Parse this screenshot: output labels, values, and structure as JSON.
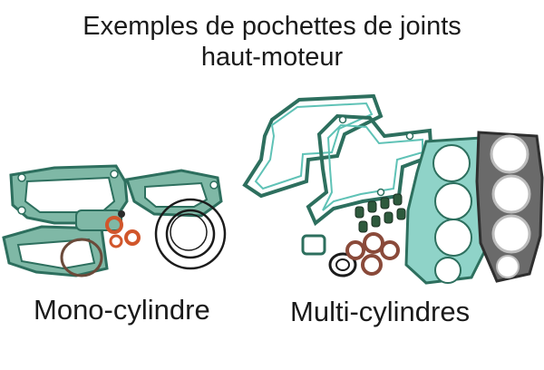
{
  "title": {
    "line1": "Exemples de pochettes de joints",
    "line2": "haut-moteur"
  },
  "captions": {
    "mono": "Mono-cylindre",
    "multi": "Multi-cylindres"
  },
  "colors": {
    "gasket_green": "#4fa58f",
    "gasket_teal": "#5fc2b6",
    "gasket_dark": "#2d6f5e",
    "ring_black": "#1b1b1b",
    "ring_orange": "#d1562b",
    "head_gasket_gray": "#5a5a5a",
    "seal_green": "#2e5a3d"
  }
}
